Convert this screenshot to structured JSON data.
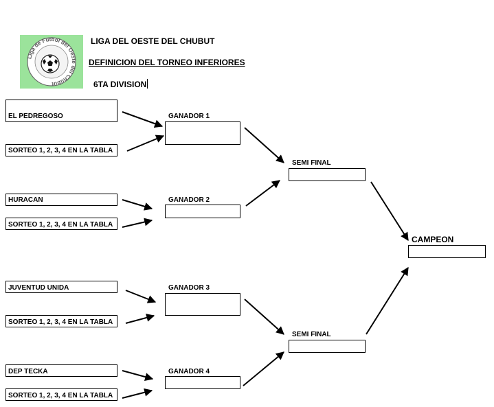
{
  "header": {
    "logo_text": "Liga de Futbol del Oeste del Chubut",
    "title": "LIGA DEL OESTE DEL CHUBUT",
    "subtitle": "DEFINICION DEL TORNEO INFERIORES",
    "division": "6TA DIVISION"
  },
  "bracket": {
    "teams": {
      "t1": "EL PEDREGOSO",
      "s1": "SORTEO 1, 2, 3, 4 EN LA TABLA",
      "t2": "HURACAN",
      "s2": "SORTEO 1, 2, 3, 4 EN LA TABLA",
      "t3": "JUVENTUD UNIDA",
      "s3": "SORTEO 1, 2, 3, 4 EN LA TABLA",
      "t4": "DEP TECKA",
      "s4": "SORTEO 1, 2, 3, 4 EN LA TABLA"
    },
    "winners": {
      "g1": "GANADOR 1",
      "g2": "GANADOR 2",
      "g3": "GANADOR 3",
      "g4": "GANADOR 4"
    },
    "semis": {
      "sf1": "SEMI FINAL",
      "sf2": "SEMI FINAL"
    },
    "final": "CAMPEON"
  }
}
